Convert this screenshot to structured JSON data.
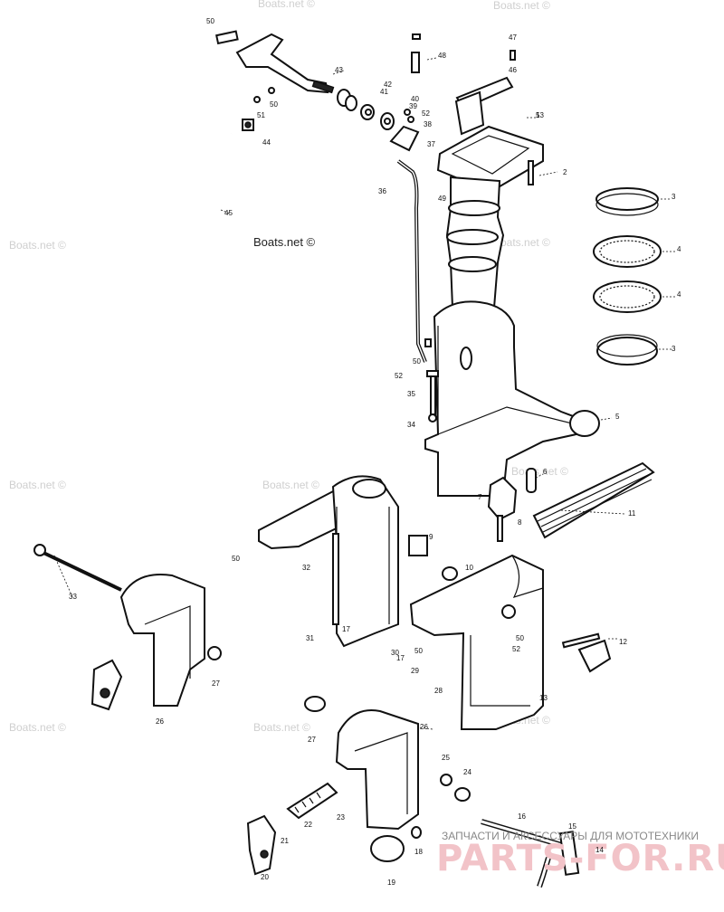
{
  "watermarks": {
    "light": "Boats.net ©",
    "dark": "Boats.net ©"
  },
  "brand": {
    "tagline": "ЗАПЧАСТИ И АКСЕССУАРЫ ДЛЯ МОТОТЕХНИКИ",
    "logo": "PARTS-FOR.RU"
  },
  "callouts": [
    "1",
    "2",
    "3",
    "4",
    "4",
    "3",
    "5",
    "6",
    "7",
    "8",
    "9",
    "10",
    "11",
    "12",
    "13",
    "14",
    "15",
    "16",
    "17",
    "17",
    "18",
    "19",
    "20",
    "21",
    "22",
    "23",
    "24",
    "25",
    "26",
    "26",
    "27",
    "27",
    "28",
    "29",
    "30",
    "31",
    "32",
    "33",
    "34",
    "35",
    "36",
    "37",
    "38",
    "39",
    "40",
    "41",
    "42",
    "43",
    "44",
    "45",
    "46",
    "47",
    "48",
    "49",
    "50",
    "50",
    "50",
    "50",
    "50",
    "50",
    "51",
    "52",
    "52",
    "52",
    "53"
  ]
}
